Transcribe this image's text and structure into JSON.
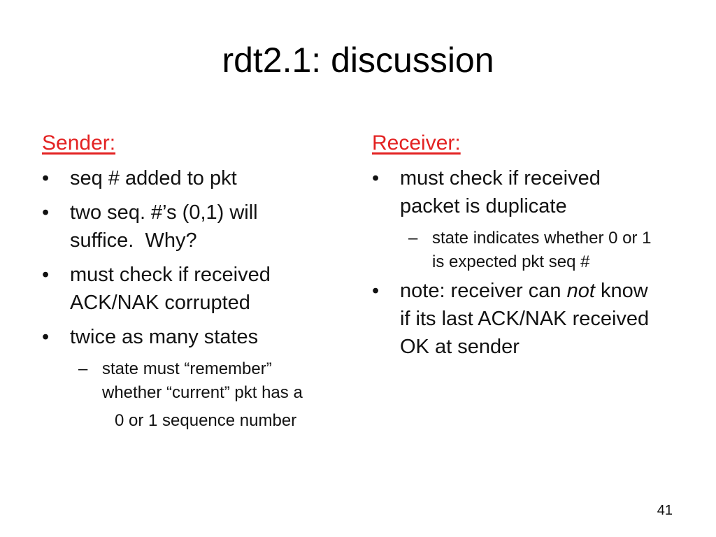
{
  "title": "rdt2.1: discussion",
  "page_number": "41",
  "accent_red": "#e32222",
  "markers": {
    "bullet": "•",
    "dash": "–"
  },
  "columns": {
    "left": {
      "heading": "Sender:",
      "items": [
        {
          "lines": [
            "seq # added to pkt"
          ]
        },
        {
          "lines": [
            "two seq. #’s (0,1) will",
            "suffice.  Why?"
          ]
        },
        {
          "lines": [
            "must check if received",
            "ACK/NAK corrupted"
          ]
        },
        {
          "lines": [
            "twice as many states"
          ]
        },
        {
          "lines": [
            "state must “remember”",
            "whether “current” pkt has a"
          ]
        },
        {
          "lines": [
            "0 or 1 sequence number"
          ]
        }
      ]
    },
    "right": {
      "heading": "Receiver:",
      "items": [
        {
          "lines": [
            "must check if received",
            "packet is duplicate"
          ]
        },
        {
          "lines": [
            "state indicates whether 0 or 1",
            "is expected pkt seq #"
          ]
        },
        {
          "lines": [
            {
              "runs": [
                {
                  "t": "note: receiver can "
                },
                {
                  "t": "not",
                  "italic": true
                },
                {
                  "t": " know"
                }
              ]
            },
            "if its last ACK/NAK received",
            "OK at sender"
          ]
        }
      ]
    }
  }
}
